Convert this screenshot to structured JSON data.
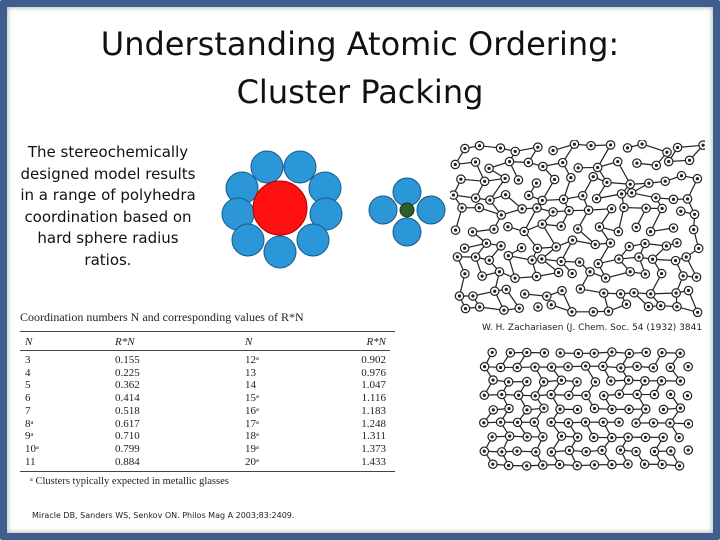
{
  "slide": {
    "title_line1": "Understanding Atomic Ordering:",
    "title_line2": "Cluster Packing",
    "description": "The stereochemically designed model results in a range of polyhedra coordination based on hard sphere radius ratios.",
    "citation_zachariasen": "W. H. Zachariasen (J. Chem. Soc. 54 (1932) 3841",
    "citation_miracle": "Miracle DB, Sanders WS, Senkov ON. Philos Mag A 2003;83:2409."
  },
  "colors": {
    "frame": "#3e5f8c",
    "large_atom": "#ff1010",
    "shell_atom": "#2b96d8",
    "small_atom": "#2c5e2c"
  },
  "table": {
    "caption": "Coordination numbers N and corresponding values of R*N",
    "headers": [
      "N",
      "R*N",
      "N",
      "R*N"
    ],
    "rows": [
      [
        "3",
        "0.155",
        "12ᵃ",
        "0.902"
      ],
      [
        "4",
        "0.225",
        "13",
        "0.976"
      ],
      [
        "5",
        "0.362",
        "14",
        "1.047"
      ],
      [
        "6",
        "0.414",
        "15ᵃ",
        "1.116"
      ],
      [
        "7",
        "0.518",
        "16ᵃ",
        "1.183"
      ],
      [
        "8ᵃ",
        "0.617",
        "17ᵃ",
        "1.248"
      ],
      [
        "9ᵃ",
        "0.710",
        "18ᵃ",
        "1.311"
      ],
      [
        "10ᵃ",
        "0.799",
        "19ᵃ",
        "1.373"
      ],
      [
        "11",
        "0.884",
        "20ᵃ",
        "1.433"
      ]
    ],
    "footnote": "ᵃ Clusters typically expected in metallic glasses"
  }
}
